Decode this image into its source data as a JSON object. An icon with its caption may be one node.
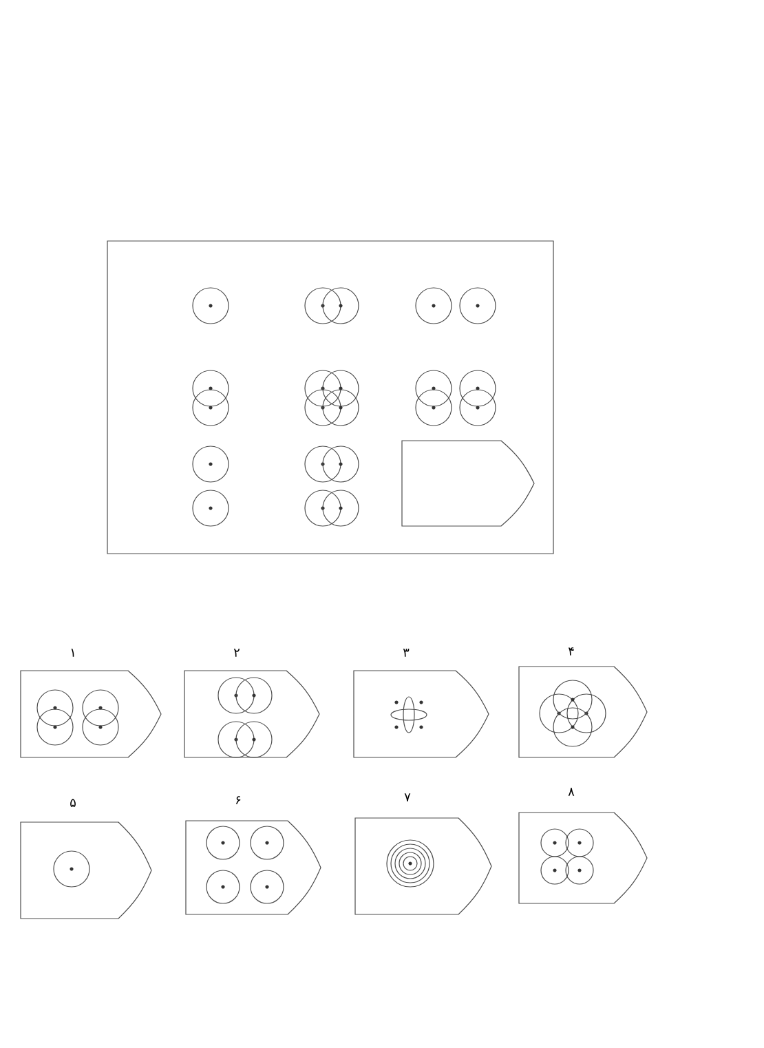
{
  "diagram": {
    "nodes": [
      {
        "text": [],
        "shape": "box"
      },
      {
        "text": [
          "۱"
        ]
      },
      {
        "text": [
          "۲"
        ]
      },
      {
        "text": [
          "۳"
        ]
      },
      {
        "text": [
          "۴"
        ]
      },
      {
        "text": [
          "۵"
        ]
      },
      {
        "text": [
          "۶"
        ]
      },
      {
        "text": [
          "۷"
        ]
      },
      {
        "text": [
          "۸"
        ]
      }
    ]
  }
}
